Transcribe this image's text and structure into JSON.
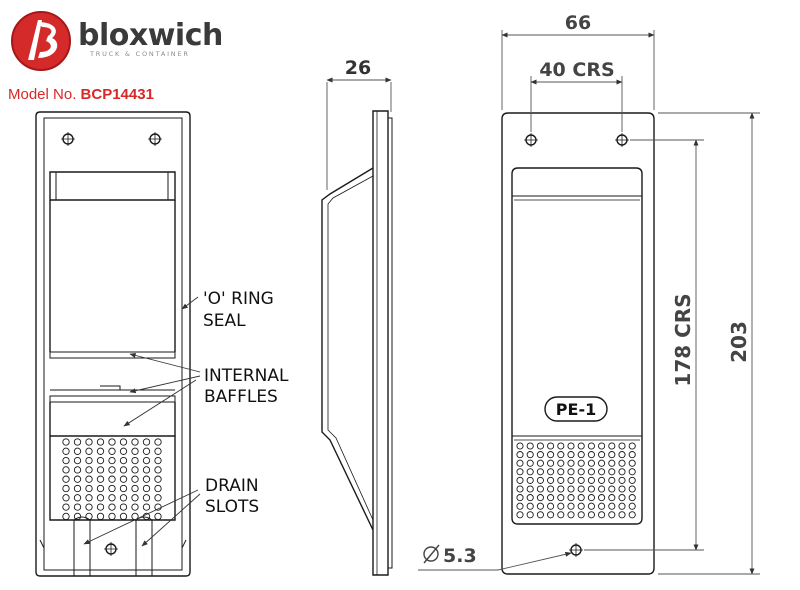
{
  "brand": {
    "name": "bloxwich",
    "tagline": "TRUCK & CONTAINER",
    "logo_color": "#d42a2a"
  },
  "model": {
    "label": "Model No.",
    "number": "BCP14431"
  },
  "callouts": {
    "oring_line1": "'O' RING",
    "oring_line2": "SEAL",
    "baffles_line1": "INTERNAL",
    "baffles_line2": "BAFFLES",
    "drain_line1": "DRAIN",
    "drain_line2": "SLOTS"
  },
  "dimensions": {
    "depth": "26",
    "overall_width": "66",
    "hole_spacing_width": "40 CRS",
    "hole_spacing_height": "178 CRS",
    "overall_height": "203",
    "hole_diameter": "5.3"
  },
  "badge": {
    "text": "PE-1"
  },
  "colors": {
    "line": "#1a1a1a",
    "dim_line": "#555555",
    "brand_red": "#d82828"
  }
}
